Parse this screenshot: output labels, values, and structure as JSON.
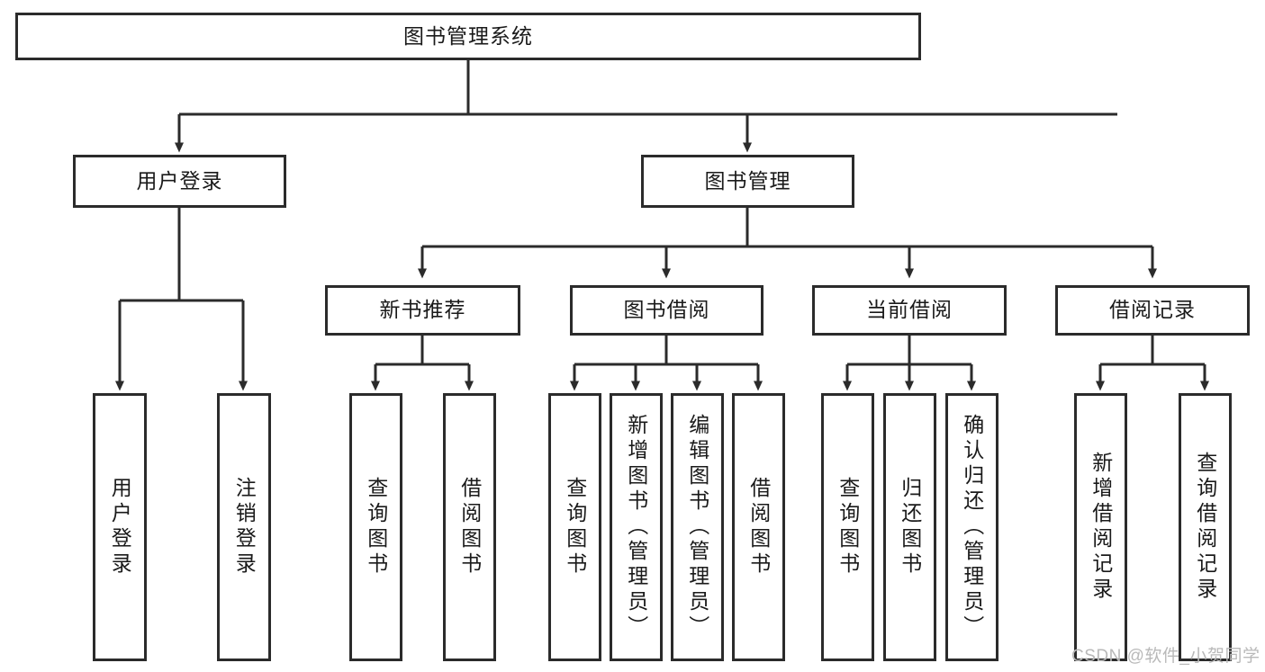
{
  "diagram": {
    "title": "图书管理系统",
    "type": "hierarchy-tree",
    "root": {
      "id": "root",
      "label": "图书管理系统"
    },
    "level1": [
      {
        "id": "user-login",
        "label": "用户登录"
      },
      {
        "id": "book-management",
        "label": "图书管理"
      }
    ],
    "level2": [
      {
        "id": "new-book-recommend",
        "label": "新书推荐",
        "parent": "book-management"
      },
      {
        "id": "book-borrow",
        "label": "图书借阅",
        "parent": "book-management"
      },
      {
        "id": "current-borrow",
        "label": "当前借阅",
        "parent": "book-management"
      },
      {
        "id": "borrow-record",
        "label": "借阅记录",
        "parent": "book-management"
      }
    ],
    "leaves": {
      "user_login": [
        {
          "id": "leaf-user-login",
          "label": "用户登录"
        },
        {
          "id": "leaf-logout",
          "label": "注销登录"
        }
      ],
      "new_book_recommend": [
        {
          "id": "leaf-query-book-1",
          "label": "查询图书"
        },
        {
          "id": "leaf-borrow-book-1",
          "label": "借阅图书"
        }
      ],
      "book_borrow": [
        {
          "id": "leaf-query-book-2",
          "label": "查询图书"
        },
        {
          "id": "leaf-add-book",
          "label": "新增图书（管理员）"
        },
        {
          "id": "leaf-edit-book",
          "label": "编辑图书（管理员）"
        },
        {
          "id": "leaf-borrow-book-2",
          "label": "借阅图书"
        }
      ],
      "current_borrow": [
        {
          "id": "leaf-query-book-3",
          "label": "查询图书"
        },
        {
          "id": "leaf-return-book",
          "label": "归还图书"
        },
        {
          "id": "leaf-confirm-return",
          "label": "确认归还（管理员）"
        }
      ],
      "borrow_record": [
        {
          "id": "leaf-add-record",
          "label": "新增借阅记录"
        },
        {
          "id": "leaf-query-record",
          "label": "查询借阅记录"
        }
      ]
    }
  },
  "watermark": {
    "text": "CSDN @软件_小贺同学"
  },
  "colors": {
    "stroke": "#2b2b2b",
    "background": "#ffffff",
    "text": "#1a1a1a",
    "watermark": "#b9b9b9"
  }
}
